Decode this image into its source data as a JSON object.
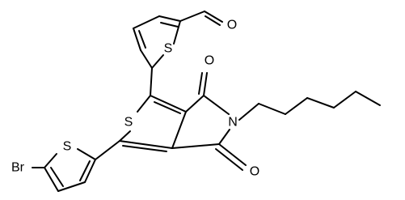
{
  "atoms": {
    "aldehyde_oxygen": "O",
    "thiophene_top_sulfur": "S",
    "core_sulfur": "S",
    "thiophene_bottom_sulfur": "S",
    "bromine": "Br",
    "imide_nitrogen": "N",
    "carbonyl_oxygen_upper": "O",
    "carbonyl_oxygen_lower": "O"
  },
  "colors": {
    "bonds": "#000000",
    "labels": "#000000",
    "background": "#ffffff"
  }
}
